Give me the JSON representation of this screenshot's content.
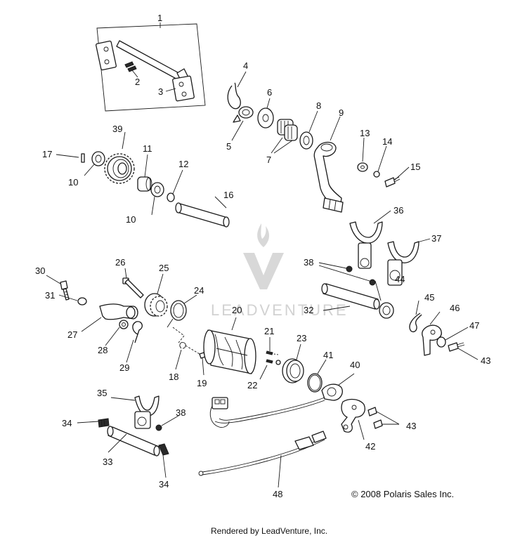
{
  "diagram": {
    "callouts": [
      {
        "n": "1"
      },
      {
        "n": "2"
      },
      {
        "n": "3"
      },
      {
        "n": "4"
      },
      {
        "n": "5"
      },
      {
        "n": "6"
      },
      {
        "n": "7"
      },
      {
        "n": "8"
      },
      {
        "n": "9"
      },
      {
        "n": "10"
      },
      {
        "n": "10"
      },
      {
        "n": "11"
      },
      {
        "n": "12"
      },
      {
        "n": "13"
      },
      {
        "n": "14"
      },
      {
        "n": "15"
      },
      {
        "n": "16"
      },
      {
        "n": "17"
      },
      {
        "n": "18"
      },
      {
        "n": "19"
      },
      {
        "n": "20"
      },
      {
        "n": "21"
      },
      {
        "n": "22"
      },
      {
        "n": "23"
      },
      {
        "n": "24"
      },
      {
        "n": "25"
      },
      {
        "n": "26"
      },
      {
        "n": "27"
      },
      {
        "n": "28"
      },
      {
        "n": "29"
      },
      {
        "n": "30"
      },
      {
        "n": "31"
      },
      {
        "n": "32"
      },
      {
        "n": "33"
      },
      {
        "n": "34"
      },
      {
        "n": "34"
      },
      {
        "n": "35"
      },
      {
        "n": "36"
      },
      {
        "n": "37"
      },
      {
        "n": "38"
      },
      {
        "n": "38"
      },
      {
        "n": "39"
      },
      {
        "n": "40"
      },
      {
        "n": "41"
      },
      {
        "n": "42"
      },
      {
        "n": "43"
      },
      {
        "n": "43"
      },
      {
        "n": "44"
      },
      {
        "n": "45"
      },
      {
        "n": "46"
      },
      {
        "n": "47"
      },
      {
        "n": "48"
      }
    ],
    "copyright": "© 2008 Polaris Sales Inc.",
    "watermark": "LEADVENTURE",
    "footer": "Rendered by LeadVenture, Inc."
  }
}
